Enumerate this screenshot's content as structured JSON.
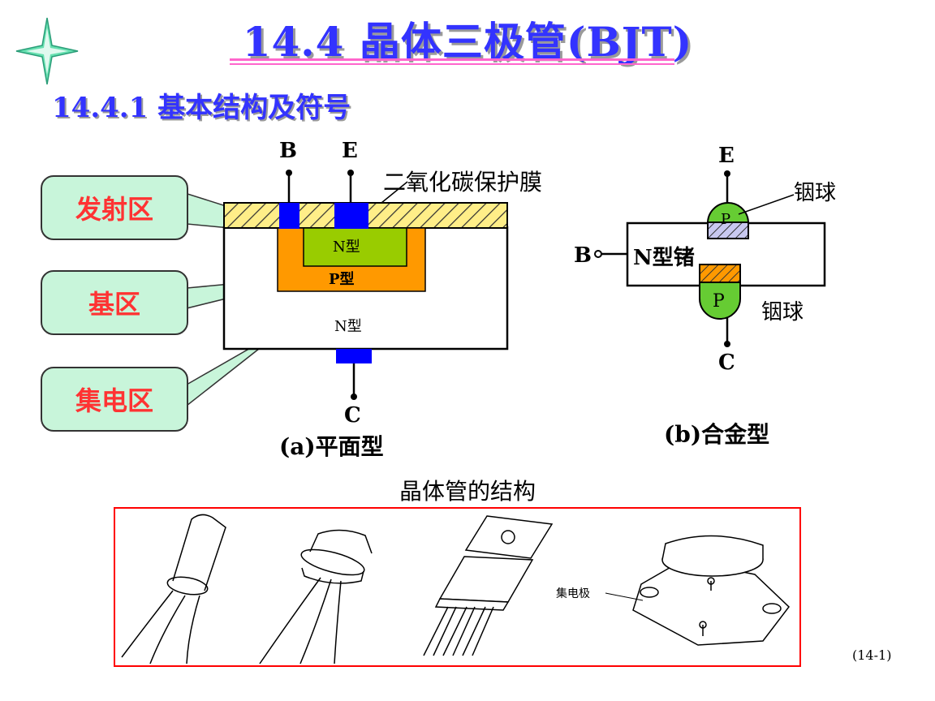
{
  "title": "14.4  晶体三极管(BJT)",
  "subtitle": "14.4.1  基本结构及符号",
  "callouts": {
    "emitter": "发射区",
    "base": "基区",
    "collector": "集电区"
  },
  "planar": {
    "terminal_b": "B",
    "terminal_e": "E",
    "terminal_c": "C",
    "oxide_label": "二氧化碳保护膜",
    "n_top": "N型",
    "p_mid": "P型",
    "n_bottom": "N型",
    "caption": "(a)平面型"
  },
  "alloy": {
    "terminal_e": "E",
    "terminal_b": "B",
    "terminal_c": "C",
    "body_label": "N型锗",
    "indium_top": "铟球",
    "indium_bottom": "铟球",
    "p_top": "P",
    "p_bottom": "P",
    "caption": "(b)合金型"
  },
  "structure_caption": "晶体管的结构",
  "package_label": "集电极",
  "page_number": "(14-1)",
  "colors": {
    "title": "#3333ff",
    "callout_fill": "#c8f5da",
    "callout_text": "#ff3333",
    "p_region": "#ff9900",
    "n_region": "#99cc00",
    "electrode": "#0000ff",
    "package_frame": "#ff0000"
  }
}
